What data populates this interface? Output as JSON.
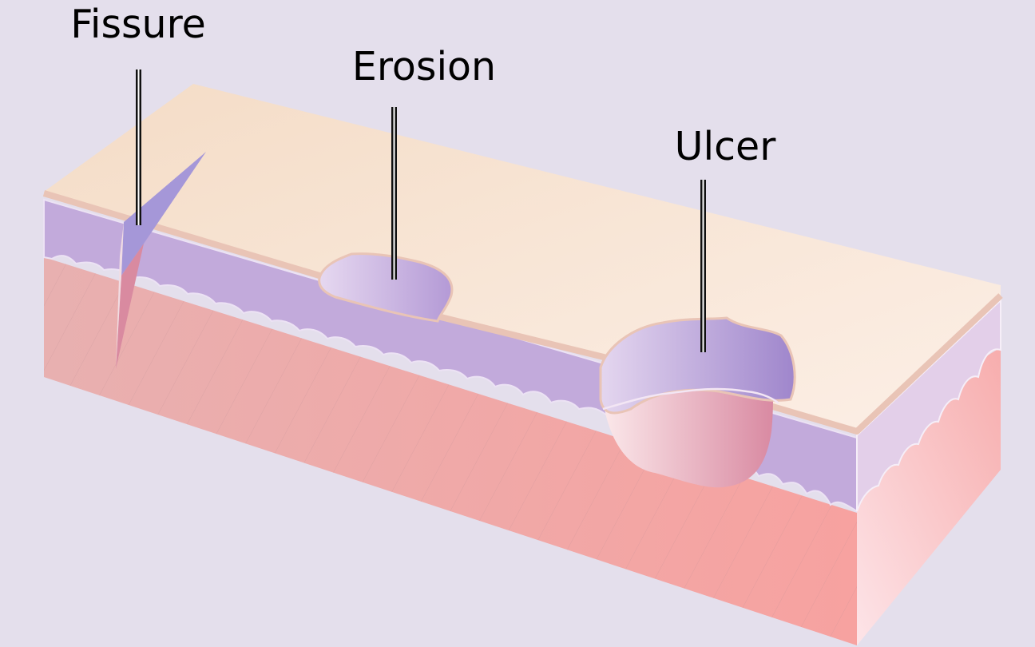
{
  "labels": {
    "fissure": "Fissure",
    "erosion": "Erosion",
    "ulcer": "Ulcer"
  },
  "colors": {
    "background": "#e4dfec",
    "skin_surface": "#f8e6d6",
    "epidermis": "#c2aadb",
    "dermis": "#eda9a7",
    "side_dermis": "#fcd3d6",
    "pointer": "#111111"
  }
}
